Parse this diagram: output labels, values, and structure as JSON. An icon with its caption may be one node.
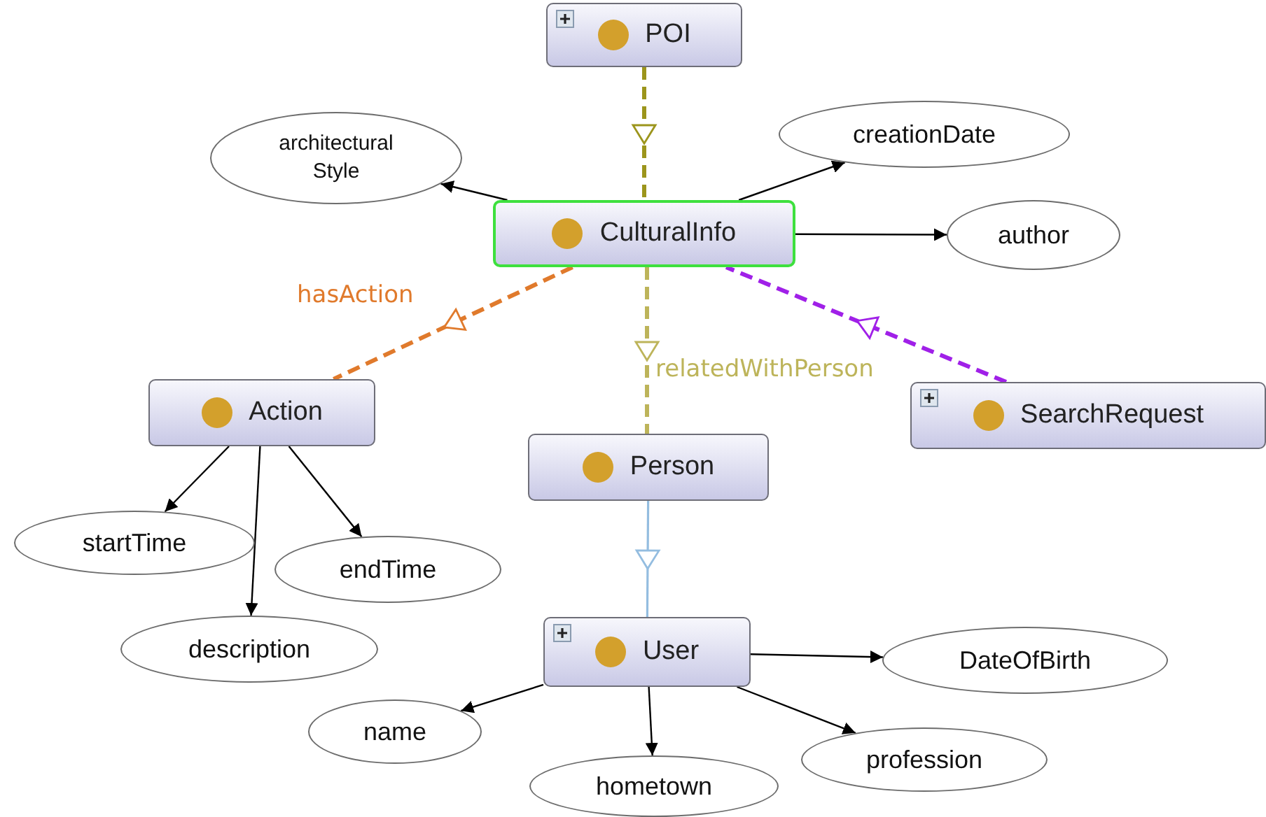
{
  "diagram": {
    "nodes": [
      {
        "text": [
          "POI"
        ]
      },
      {
        "text": [
          "CulturalInfo"
        ]
      },
      {
        "text": [
          "architectural Style"
        ]
      },
      {
        "text": [
          "creationDate"
        ]
      },
      {
        "text": [
          "author"
        ]
      },
      {
        "text": [
          "Action"
        ]
      },
      {
        "text": [
          "SearchRequest"
        ]
      },
      {
        "text": [
          "Person"
        ]
      },
      {
        "text": [
          "startTime"
        ]
      },
      {
        "text": [
          "endTime"
        ]
      },
      {
        "text": [
          "description"
        ]
      },
      {
        "text": [
          "User"
        ]
      },
      {
        "text": [
          "DateOfBirth"
        ]
      },
      {
        "text": [
          "name"
        ]
      },
      {
        "text": [
          "hometown"
        ]
      },
      {
        "text": [
          "profession"
        ]
      }
    ],
    "edges": [
      {
        "from": 0,
        "to": 1,
        "arrow": "to",
        "style": "dashed",
        "color": "#9c951c"
      },
      {
        "from": 1,
        "to": 2,
        "arrow": "to"
      },
      {
        "from": 1,
        "to": 3,
        "arrow": "to"
      },
      {
        "from": 1,
        "to": 4,
        "arrow": "to"
      },
      {
        "from": 1,
        "to": 5,
        "arrow": "to",
        "label": "hasAction",
        "style": "dashed",
        "color": "#e07a2c"
      },
      {
        "from": 1,
        "to": 7,
        "arrow": "to",
        "label": "relatedWithPerson",
        "style": "dashed",
        "color": "#bdb45a"
      },
      {
        "from": 6,
        "to": 1,
        "arrow": "to",
        "style": "dashed",
        "color": "#a020e8"
      },
      {
        "from": 7,
        "to": 11,
        "arrow": "to",
        "color": "#94bde0"
      },
      {
        "from": 5,
        "to": 8,
        "arrow": "to"
      },
      {
        "from": 5,
        "to": 10,
        "arrow": "to"
      },
      {
        "from": 5,
        "to": 9,
        "arrow": "to"
      },
      {
        "from": 11,
        "to": 13,
        "arrow": "to"
      },
      {
        "from": 11,
        "to": 14,
        "arrow": "to"
      },
      {
        "from": 11,
        "to": 15,
        "arrow": "to"
      },
      {
        "from": 11,
        "to": 12,
        "arrow": "to"
      }
    ]
  }
}
